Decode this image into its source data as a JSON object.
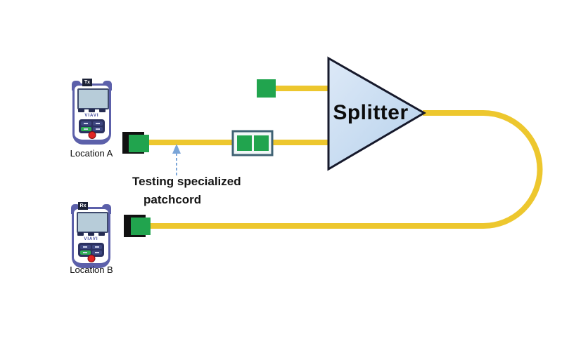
{
  "splitter": {
    "label": "Splitter"
  },
  "annotation": {
    "line1": "Testing specialized",
    "line2": "patchcord"
  },
  "devices": {
    "a": {
      "location_label": "Location A",
      "port_label": "Tx",
      "brand": "VIAVI"
    },
    "b": {
      "location_label": "Location B",
      "port_label": "Rx",
      "brand": "VIAVI"
    }
  },
  "colors": {
    "cable_yellow": "#EDC72E",
    "connector_green": "#21A44E",
    "connector_black": "#111111",
    "adapter_border": "#3F6273",
    "splitter_fill_light": "#DDE9F7",
    "splitter_fill_dark": "#B6D1EC",
    "splitter_border": "#16192B",
    "arrow_blue": "#7AA5D8",
    "device_purple": "#5C60AA",
    "keypad_navy": "#2B3160",
    "screen_blue": "#B7CCD9"
  }
}
